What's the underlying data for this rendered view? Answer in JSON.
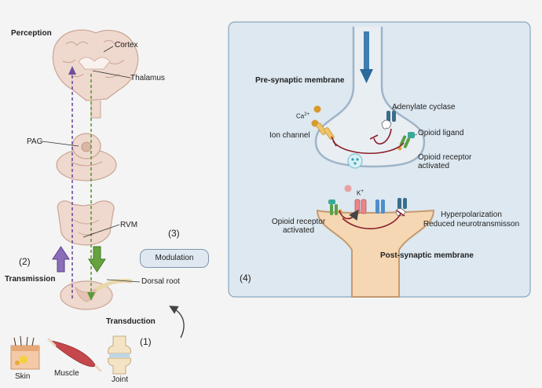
{
  "left": {
    "perception": "Perception",
    "cortex": "Cortex",
    "thalamus": "Thalamus",
    "pag": "PAG",
    "rvm": "RVM",
    "step2": "(2)",
    "transmission": "Transmission",
    "step3": "(3)",
    "modulation": "Modulation",
    "dorsal_root": "Dorsal root",
    "transduction": "Transduction",
    "step1": "(1)",
    "skin": "Skin",
    "muscle": "Muscle",
    "joint": "Joint"
  },
  "right": {
    "pre": "Pre-synaptic membrane",
    "calcium": "Ca",
    "calcium_charge": "2+",
    "ion_channel": "Ion channel",
    "adenylate": "Adenylate cyclase",
    "ligand": "Opioid ligand",
    "receptor_pre_1": "Opioid receptor",
    "receptor_pre_2": "activated",
    "potassium": "K",
    "potassium_charge": "+",
    "receptor_post_1": "Opioid receptor",
    "receptor_post_2": "activated",
    "hyper": "Hyperpolarization",
    "reduced": "Reduced neurotransmisson",
    "post": "Post-synaptic membrane",
    "step4": "(4)"
  },
  "colors": {
    "panel_bg": "#dde8f0",
    "panel_border": "#8aa6bd",
    "brain": "#efd8cd",
    "brain_dark": "#c9a595",
    "ascending_arrow": "#8a6fb8",
    "descending_arrow": "#66a340",
    "post_synaptic": "#f6d7b3"
  }
}
